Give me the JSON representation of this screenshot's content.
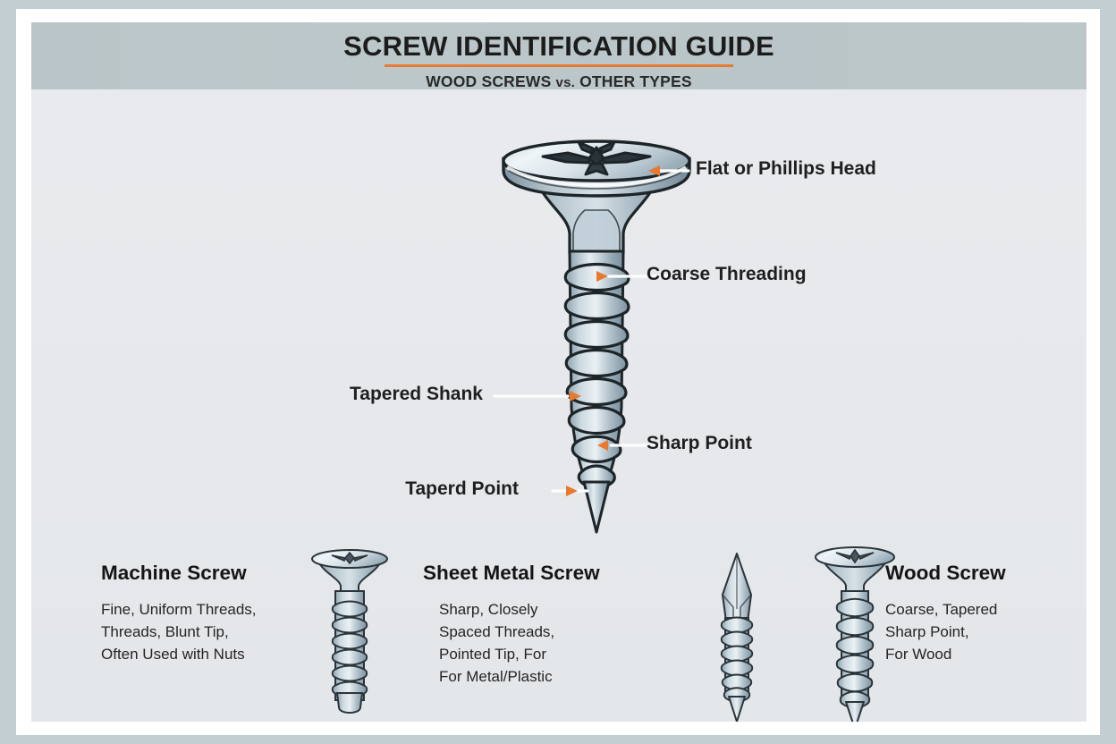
{
  "poster": {
    "header": {
      "title": "SCREW IDENTIFICATION GUIDE",
      "subtitle_part1": "WOOD SCREWS",
      "subtitle_vs": "vs.",
      "subtitle_part2": "OTHER TYPES",
      "accent_color": "#e8792e",
      "band_color": "#b9c5c8"
    },
    "callouts": [
      {
        "label": "Flat or Phillips Head",
        "side": "right"
      },
      {
        "label": "Coarse Threading",
        "side": "right"
      },
      {
        "label": "Tapered Shank",
        "side": "left"
      },
      {
        "label": "Sharp Point",
        "side": "right"
      },
      {
        "label": "Taperd Point",
        "side": "left"
      }
    ],
    "screw_types": [
      {
        "name": "Machine Screw",
        "lines": [
          "Fine, Uniform Threads,",
          "Threads, Blunt Tip,",
          "Often Used with Nuts"
        ],
        "head": "flat-countersunk-phillips",
        "tip": "blunt",
        "threads": "fine-uniform"
      },
      {
        "name": "Sheet Metal Screw",
        "lines": [
          "Sharp, Closely",
          "Spaced Threads,",
          "Pointed Tip, For",
          "For Metal/Plastic"
        ],
        "head": "pointed",
        "tip": "sharp-pointed",
        "threads": "closely-spaced"
      },
      {
        "name": "Wood Screw",
        "lines": [
          "Coarse, Tapered",
          "Sharp Point,",
          "For Wood"
        ],
        "head": "flat-countersunk-phillips",
        "tip": "sharp",
        "threads": "coarse-tapered"
      }
    ],
    "colors": {
      "background": "#e7e9ec",
      "border": "#c3ced2",
      "frame": "#ffffff",
      "metal_light": "#eef2f4",
      "metal_mid": "#b7c6cf",
      "metal_dark": "#7f939f",
      "outline": "#1d2529",
      "marker": "#e8792e",
      "leader": "#fdfdfd",
      "text": "#1f1f1f"
    }
  }
}
